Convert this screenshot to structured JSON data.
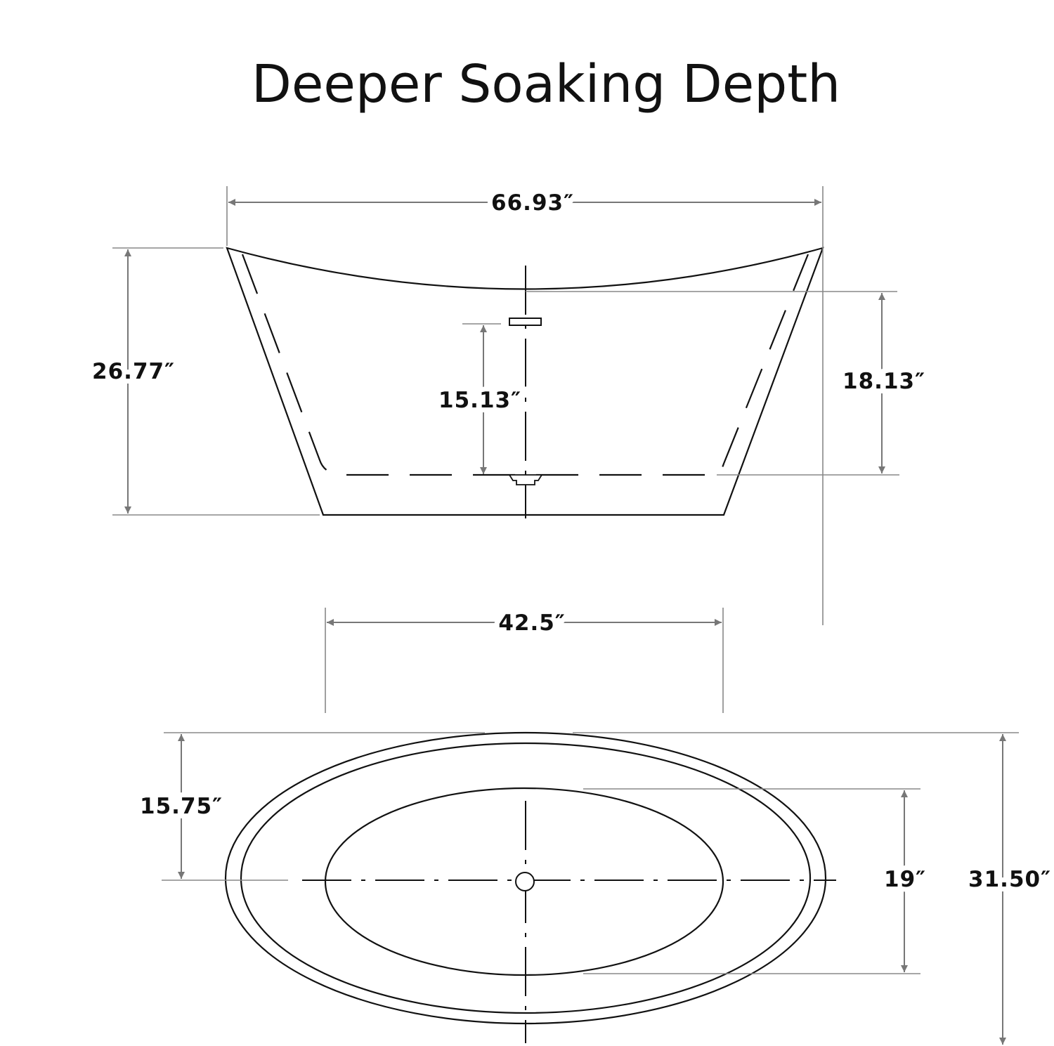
{
  "title": "Deeper Soaking Depth",
  "side_view": {
    "overall_length": "66.93″",
    "overall_height": "26.77″",
    "overflow_height": "15.13″",
    "interior_depth": "18.13″",
    "base_length": "42.5″"
  },
  "top_view": {
    "half_width": "15.75″",
    "interior_width": "19″",
    "overall_width": "31.50″"
  }
}
